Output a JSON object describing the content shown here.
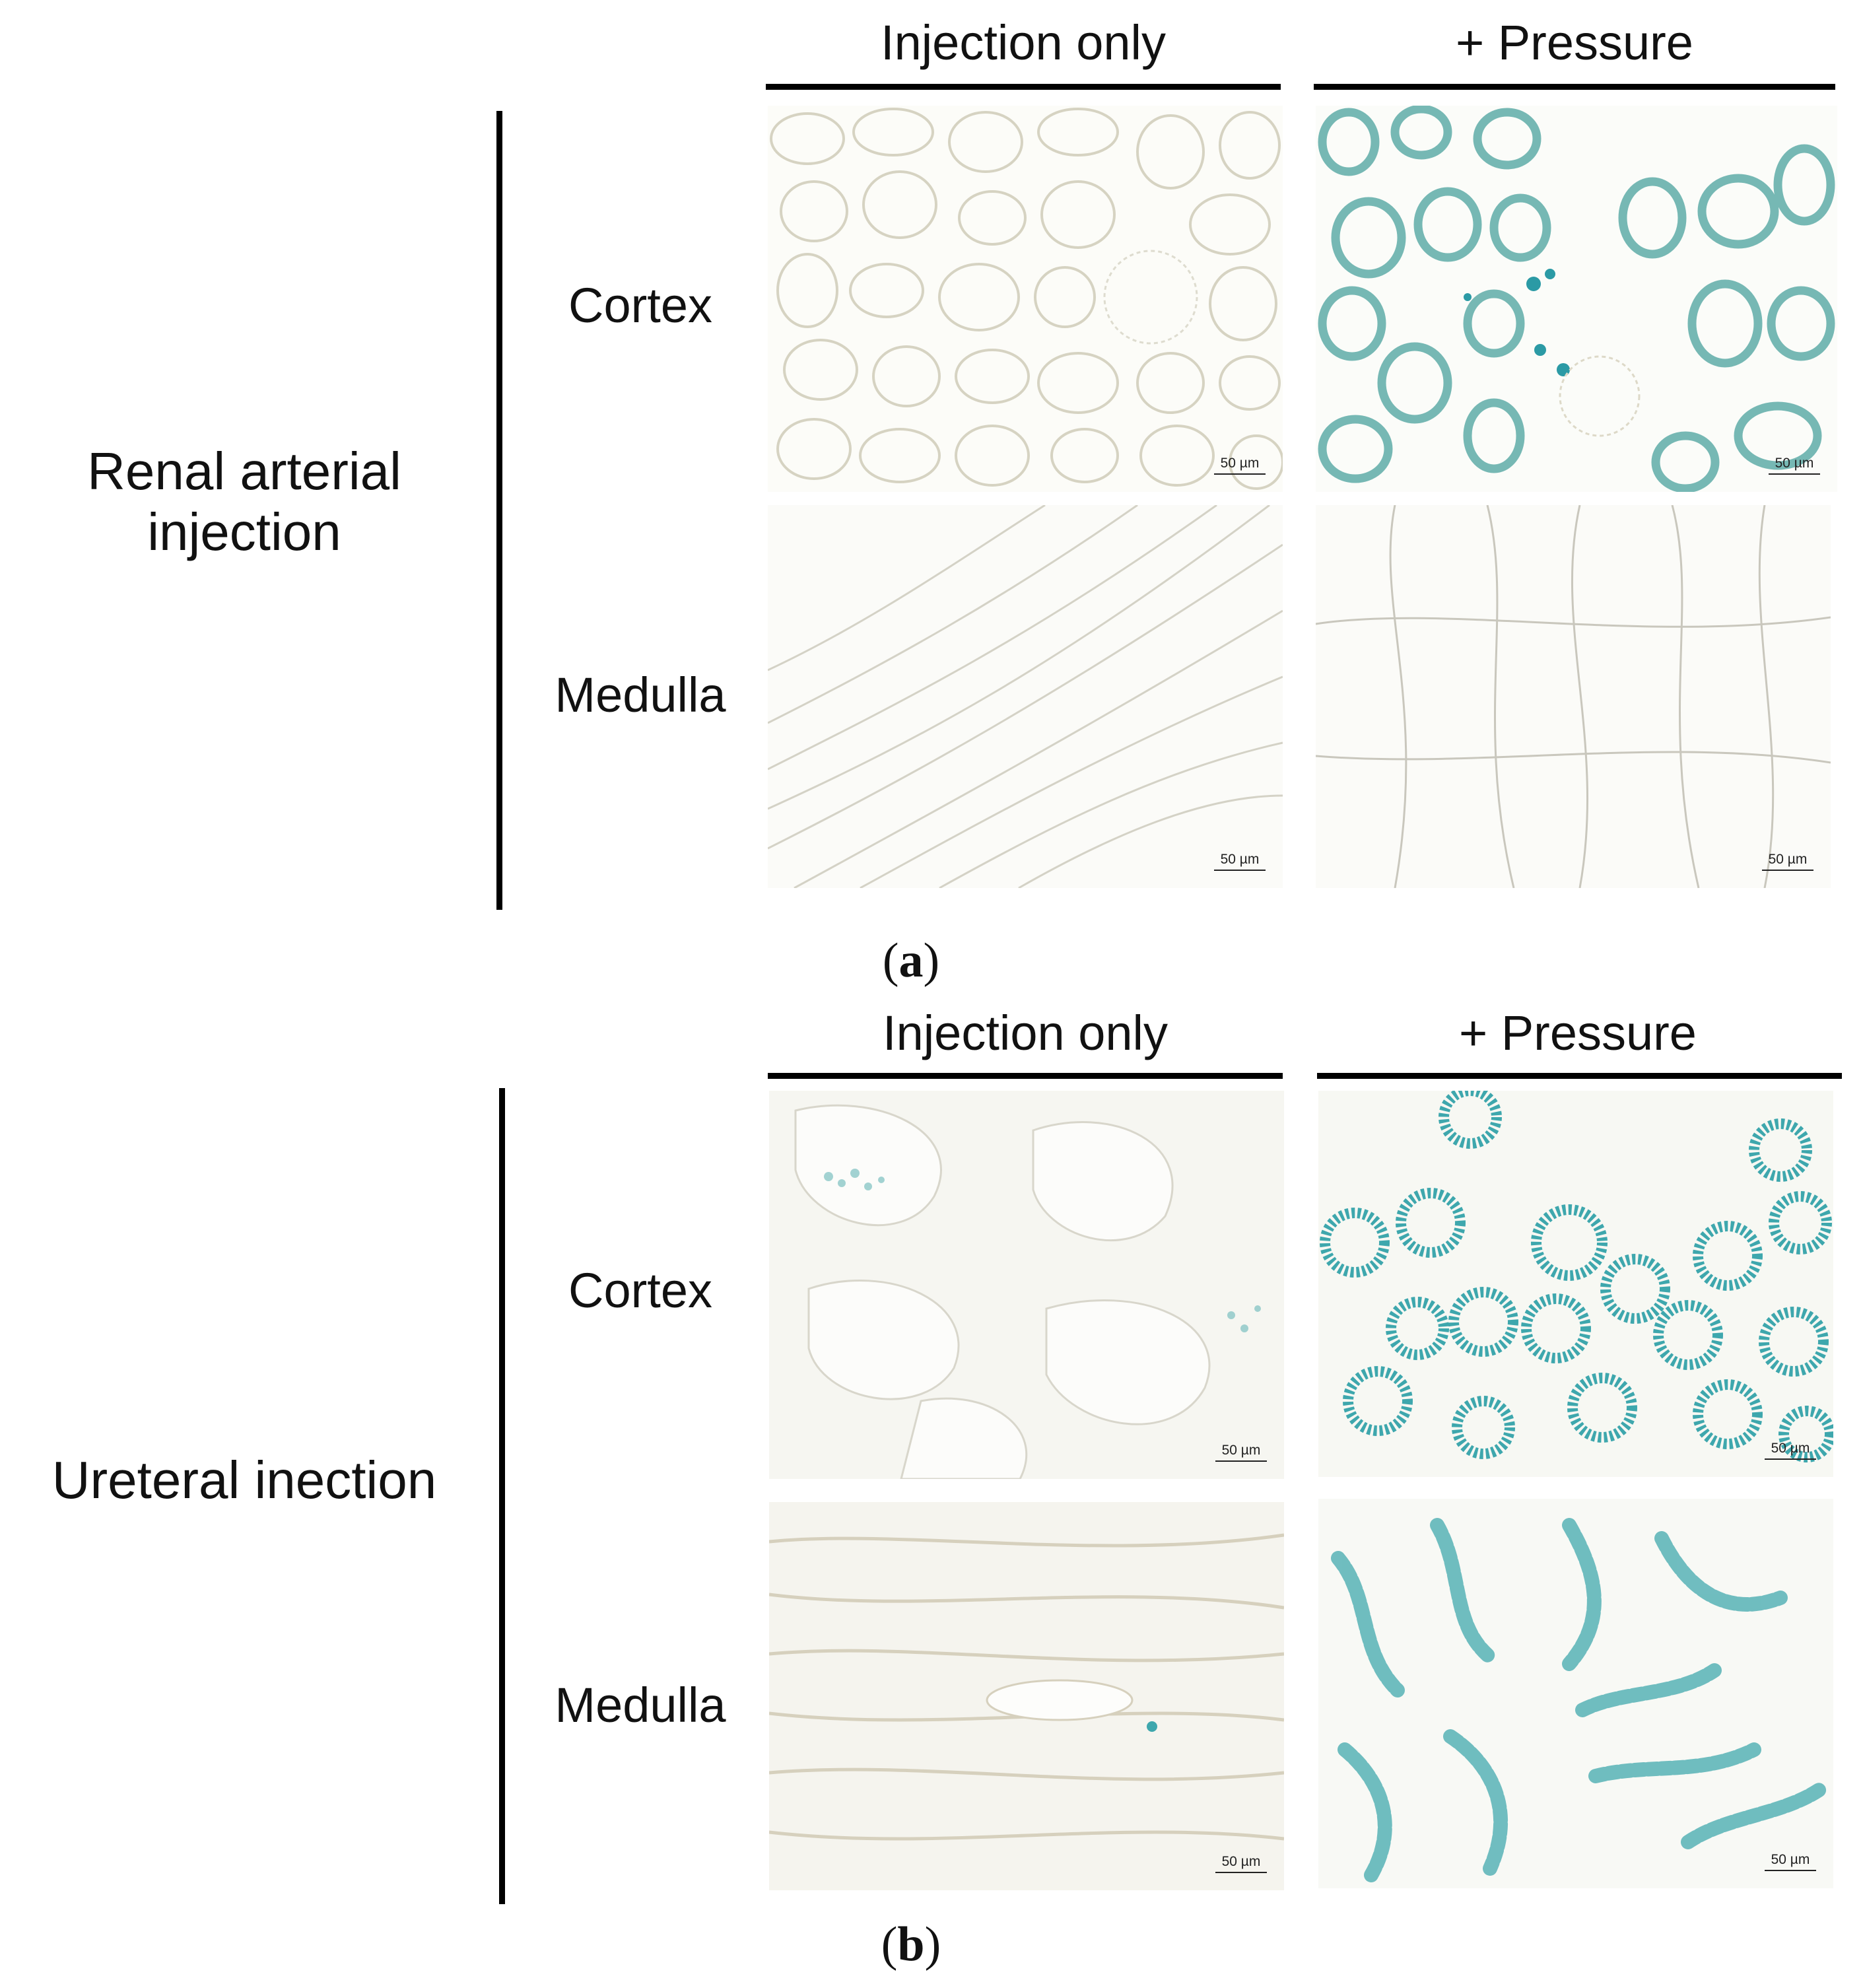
{
  "colors": {
    "background": "#ffffff",
    "line": "#000000",
    "stain_blue": "#3ea7ad",
    "tissue_outline": "#cfcdbf",
    "tissue_bg": "#fbfbf7"
  },
  "panel_a": {
    "label": "a",
    "group_label_line1": "Renal arterial",
    "group_label_line2": "injection",
    "col_left": "Injection only",
    "col_right": "+ Pressure",
    "row_top": "Cortex",
    "row_bottom": "Medulla",
    "images": {
      "cortex_injection": {
        "scale": "50 µm"
      },
      "cortex_pressure": {
        "scale": "50 µm"
      },
      "medulla_injection": {
        "scale": "50 µm"
      },
      "medulla_pressure": {
        "scale": "50 µm"
      }
    }
  },
  "panel_b": {
    "label": "b",
    "group_label": "Ureteral inection",
    "col_left": "Injection only",
    "col_right": "+ Pressure",
    "row_top": "Cortex",
    "row_bottom": "Medulla",
    "images": {
      "cortex_injection": {
        "scale": "50 µm"
      },
      "cortex_pressure": {
        "scale": "50 µm"
      },
      "medulla_injection": {
        "scale": "50 µm"
      },
      "medulla_pressure": {
        "scale": "50 µm"
      }
    }
  }
}
